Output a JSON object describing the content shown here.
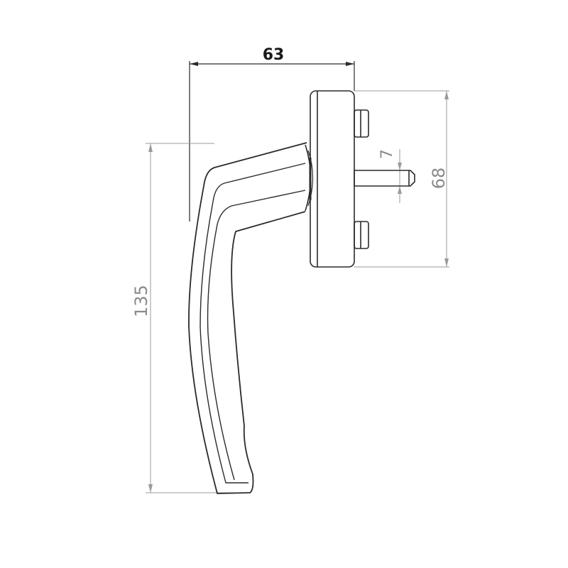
{
  "drawing": {
    "colors": {
      "outline": "#2a2a2a",
      "dimension_gray": "#8a8a8a",
      "background": "#ffffff"
    },
    "dimensions": {
      "width": {
        "value": "63",
        "color": "#1a1a1a"
      },
      "height_total": {
        "value": "135"
      },
      "rosette_height": {
        "value": "68"
      },
      "spindle_square": {
        "value": "7"
      }
    }
  }
}
